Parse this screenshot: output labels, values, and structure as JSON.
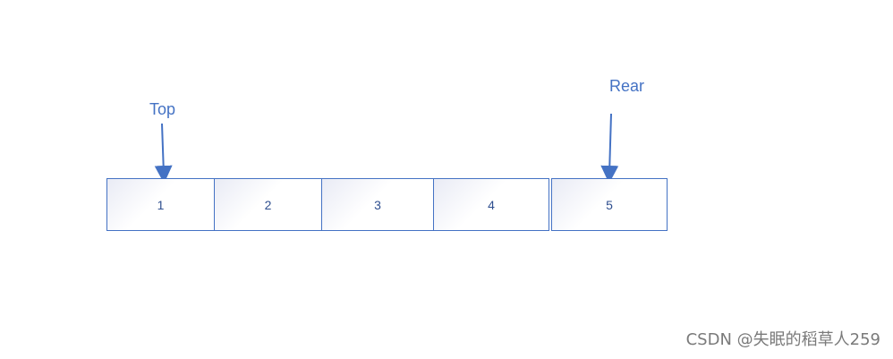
{
  "diagram": {
    "cells": [
      "1",
      "2",
      "3",
      "4",
      "5"
    ],
    "pointers": {
      "top": "Top",
      "rear": "Rear"
    },
    "colors": {
      "accent": "#4472c4",
      "cell_text": "#2f4f8f",
      "watermark": "#7a7a7a"
    }
  },
  "watermark": "CSDN @失眠的稻草人259"
}
